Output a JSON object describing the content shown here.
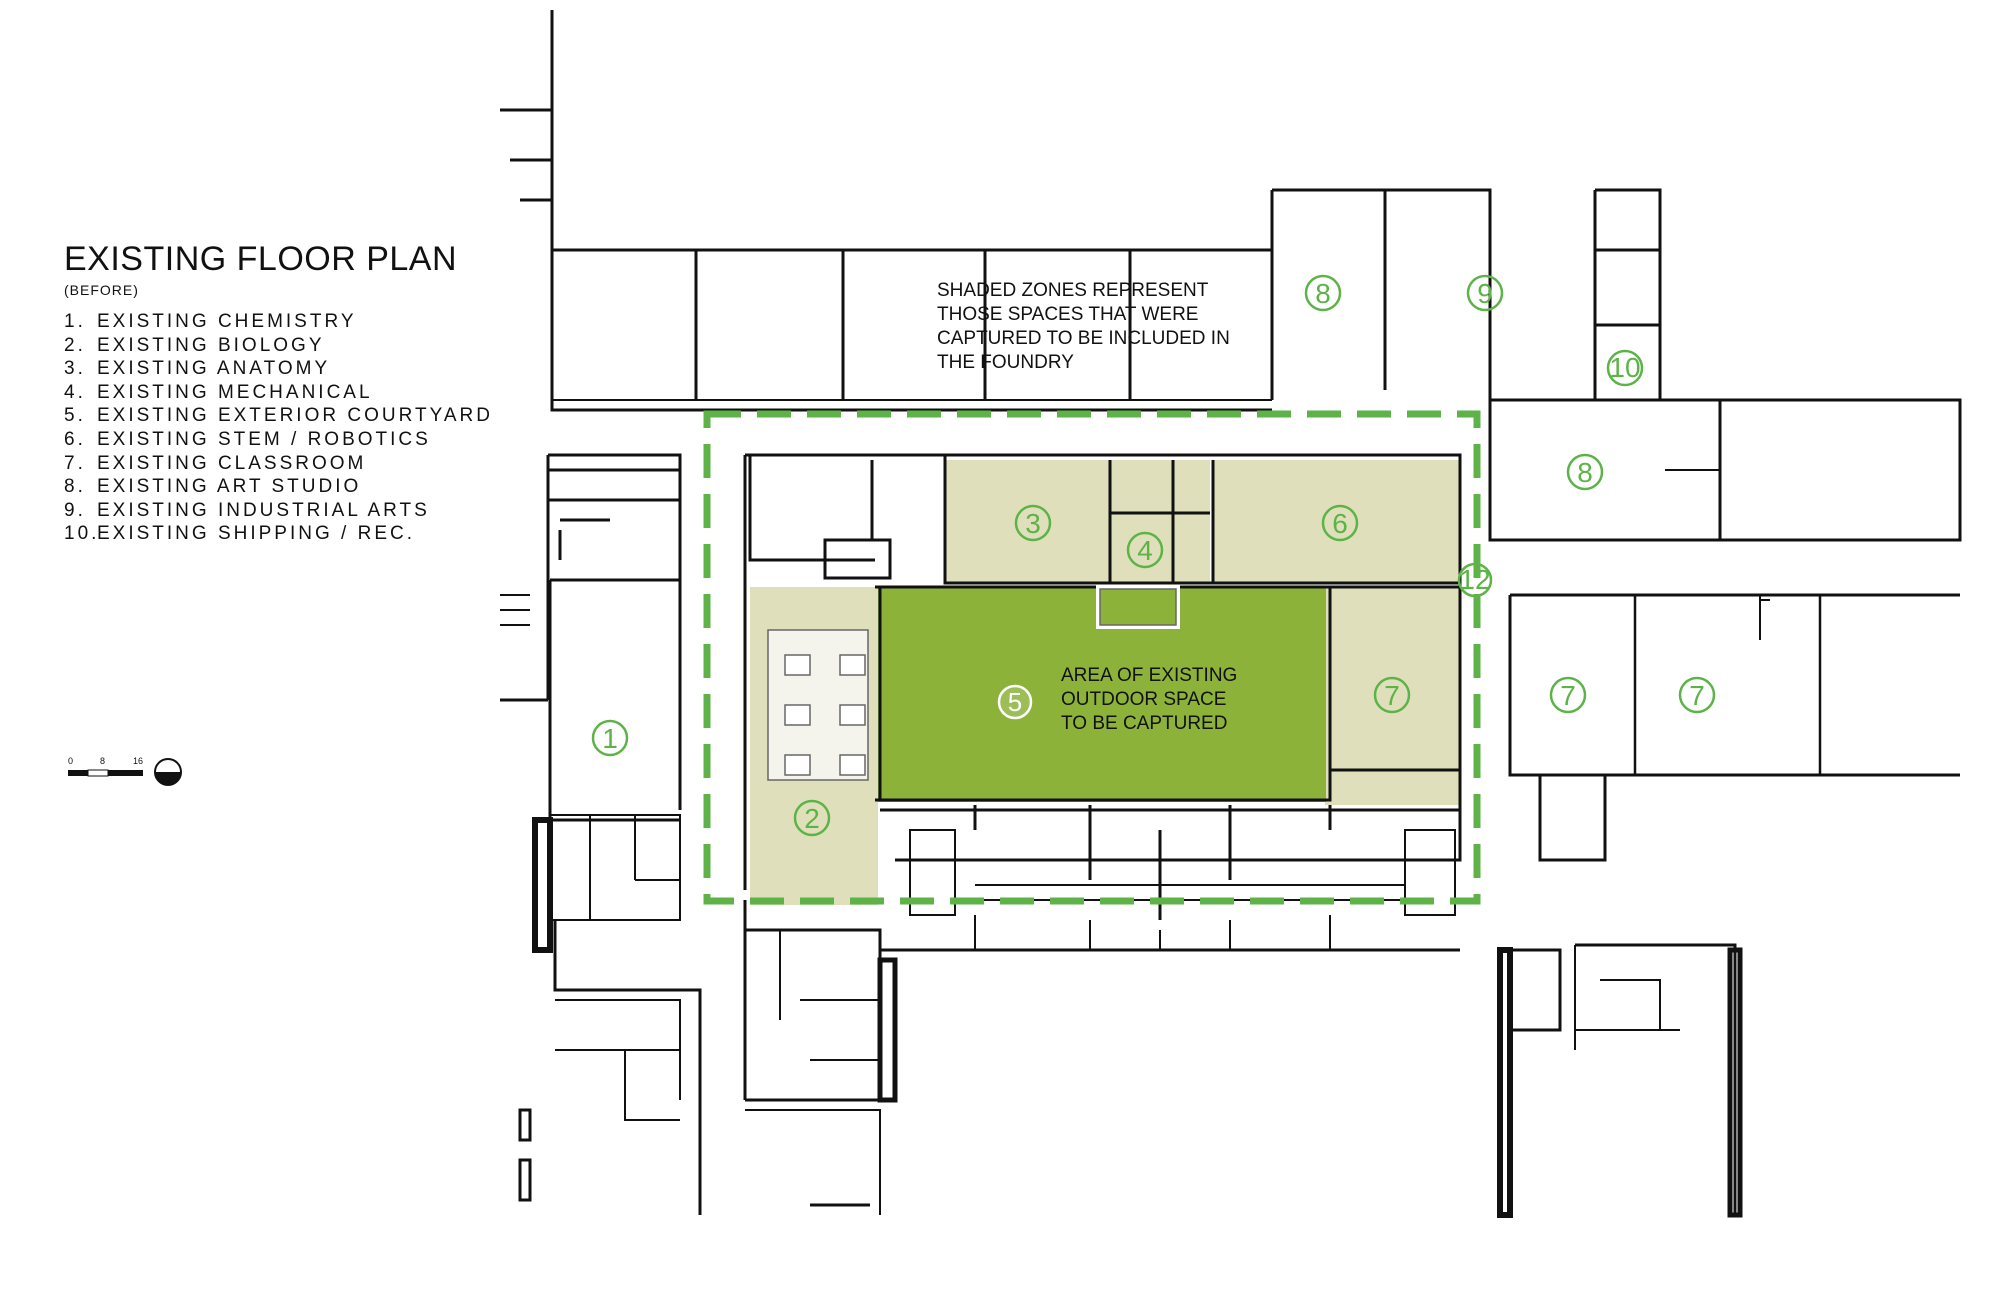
{
  "legend": {
    "title": "EXISTING FLOOR PLAN",
    "subtitle": "(BEFORE)",
    "items": [
      {
        "num": "1.",
        "label": "EXISTING CHEMISTRY"
      },
      {
        "num": "2.",
        "label": "EXISTING BIOLOGY"
      },
      {
        "num": "3.",
        "label": "EXISTING ANATOMY"
      },
      {
        "num": "4.",
        "label": "EXISTING MECHANICAL"
      },
      {
        "num": "5.",
        "label": "EXISTING EXTERIOR COURTYARD"
      },
      {
        "num": "6.",
        "label": "EXISTING STEM / ROBOTICS"
      },
      {
        "num": "7.",
        "label": "EXISTING CLASSROOM"
      },
      {
        "num": "8.",
        "label": "EXISTING ART STUDIO"
      },
      {
        "num": "9.",
        "label": "EXISTING INDUSTRIAL ARTS"
      },
      {
        "num": "10.",
        "label": "EXISTING SHIPPING / REC."
      }
    ]
  },
  "scale_bar": {
    "ticks": [
      "0",
      "8",
      "16"
    ]
  },
  "notes": {
    "shaded_zones": [
      "SHADED ZONES REPRESENT",
      "THOSE SPACES THAT WERE",
      "CAPTURED TO BE INCLUDED IN",
      "THE FOUNDRY"
    ],
    "courtyard": [
      "AREA OF EXISTING",
      "OUTDOOR SPACE",
      "TO BE CAPTURED"
    ]
  },
  "room_labels": {
    "chemistry": "1",
    "biology": "2",
    "anatomy": "3",
    "mechanical": "4",
    "courtyard": "5",
    "stem_robotics": "6",
    "classroom_inner": "7",
    "classroom_east_a": "7",
    "classroom_east_b": "7",
    "art_studio_north": "8",
    "art_studio_east": "8",
    "industrial_arts": "9",
    "shipping_rec": "10",
    "east_corridor": "12"
  },
  "colors": {
    "courtyard_fill": "#8cb23a",
    "shaded_zone_fill": "#dfe0bb",
    "boundary_dash": "#5db348",
    "label_green": "#5db348",
    "wall": "#111111"
  }
}
